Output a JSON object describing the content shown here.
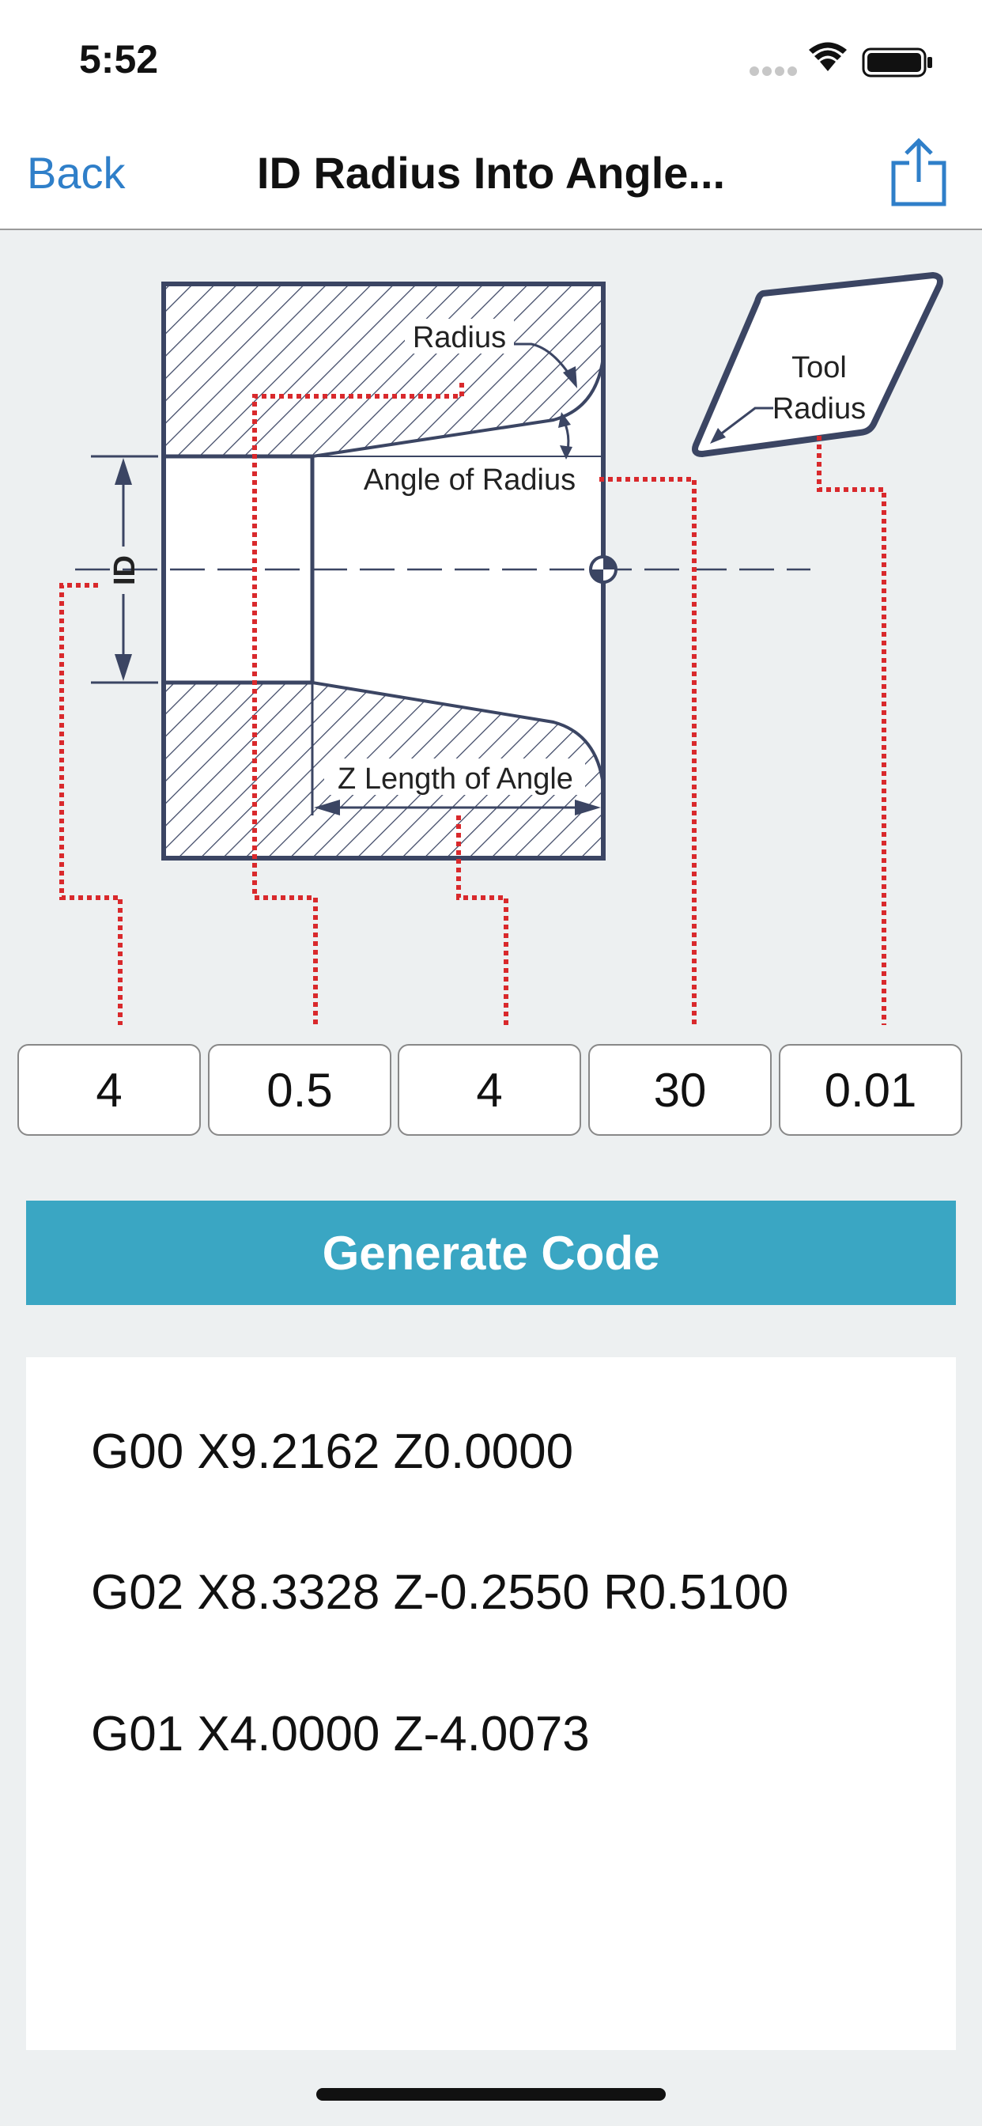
{
  "status_bar": {
    "time": "5:52"
  },
  "nav": {
    "back_label": "Back",
    "title": "ID Radius Into Angle..."
  },
  "diagram": {
    "labels": {
      "radius": "Radius",
      "angle_of_radius": "Angle of Radius",
      "id": "ID",
      "z_length_of_angle": "Z Length of Angle",
      "tool_line1": "Tool",
      "tool_line2": "Radius"
    }
  },
  "inputs": [
    {
      "value": "4"
    },
    {
      "value": "0.5"
    },
    {
      "value": "4"
    },
    {
      "value": "30"
    },
    {
      "value": "0.01"
    }
  ],
  "generate_label": "Generate Code",
  "output_lines": [
    "G00 X9.2162 Z0.0000",
    "G02 X8.3328 Z-0.2550 R0.5100",
    "G01 X4.0000 Z-4.0073"
  ],
  "colors": {
    "accent": "#3aa6c3",
    "link": "#2f7fc9",
    "diagram_stroke": "#3b4563",
    "leader_red": "#d9292c"
  }
}
